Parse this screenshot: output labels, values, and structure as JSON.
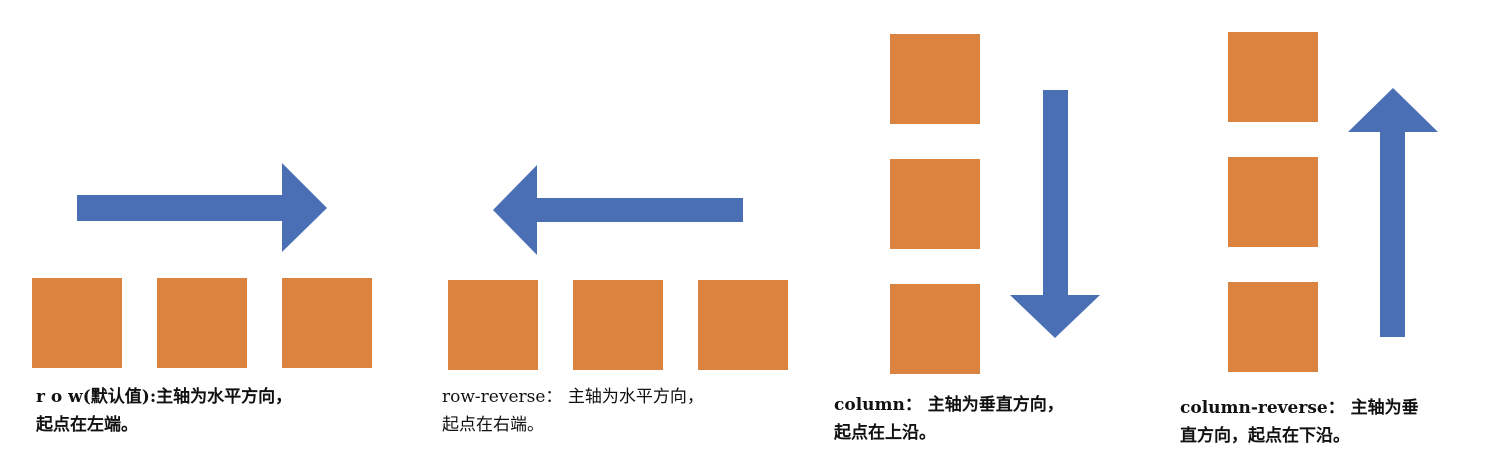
{
  "colors": {
    "item_fill": "#dc843f",
    "arrow_fill": "#4a6fb5",
    "text": "#111111",
    "background": "#ffffff"
  },
  "panels": [
    {
      "id": "row",
      "direction": "right",
      "caption_lines": [
        "r o w(默认值):主轴为水平方向，",
        "起点在左端。"
      ]
    },
    {
      "id": "row-reverse",
      "direction": "left",
      "caption_lines": [
        "row-reverse： 主轴为水平方向，",
        "起点在右端。"
      ]
    },
    {
      "id": "column",
      "direction": "down",
      "caption_lines": [
        "column： 主轴为垂直方向，",
        "起点在上沿。"
      ]
    },
    {
      "id": "column-reverse",
      "direction": "up",
      "caption_lines": [
        "column-reverse： 主轴为垂",
        "直方向，起点在下沿。"
      ]
    }
  ]
}
